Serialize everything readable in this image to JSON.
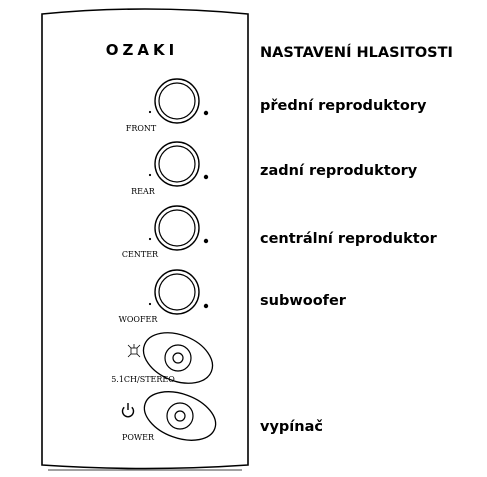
{
  "device": {
    "brand": "OZAKI",
    "knobs": [
      {
        "id": "front",
        "label": "FRONT"
      },
      {
        "id": "rear",
        "label": "REAR"
      },
      {
        "id": "center",
        "label": "CENTER"
      },
      {
        "id": "woofer",
        "label": "WOOFER"
      }
    ],
    "buttons": [
      {
        "id": "mode",
        "label": "5.1CH/STEREO",
        "icon": "surround-mode-icon"
      },
      {
        "id": "power",
        "label": "POWER",
        "icon": "power-icon"
      }
    ]
  },
  "annotations": {
    "heading": "NASTAVENÍ HLASITOSTI",
    "front": "přední reproduktory",
    "rear": "zadní reproduktory",
    "center": "centrální reproduktor",
    "woofer": "subwoofer",
    "power": "vypínač"
  }
}
